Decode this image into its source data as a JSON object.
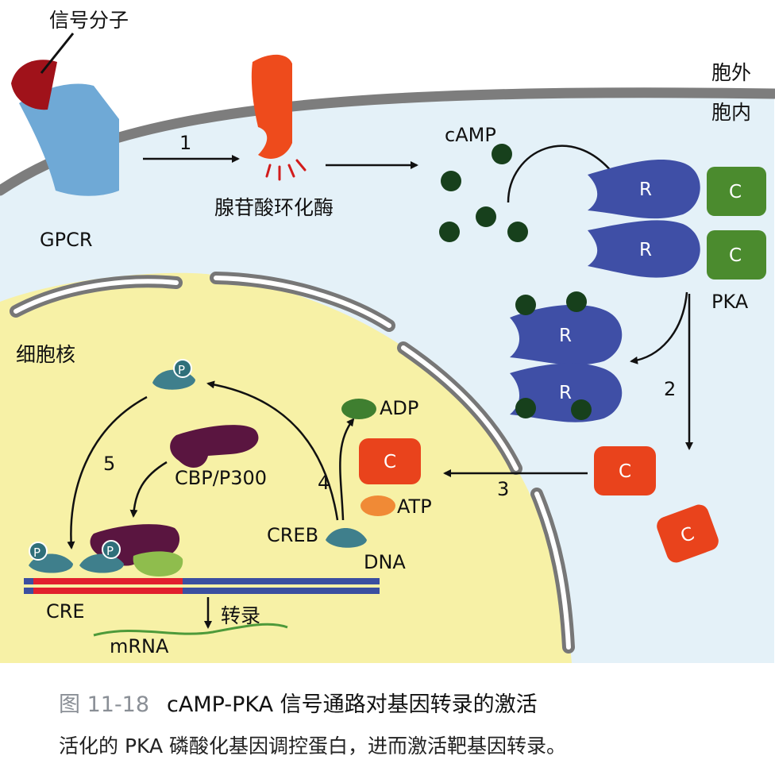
{
  "labels": {
    "signal_molecule": "信号分子",
    "outside": "胞外",
    "inside": "胞内",
    "gpcr": "GPCR",
    "adenylyl_cyclase": "腺苷酸环化酶",
    "camp": "cAMP",
    "pka": "PKA",
    "nucleus": "细胞核",
    "adp": "ADP",
    "atp": "ATP",
    "cbp": "CBP/P300",
    "creb": "CREB",
    "dna": "DNA",
    "cre": "CRE",
    "transcription": "转录",
    "mrna": "mRNA",
    "r": "R",
    "c": "C",
    "p": "P"
  },
  "steps": [
    "1",
    "2",
    "3",
    "4",
    "5"
  ],
  "caption": {
    "figure_no": "图 11-18",
    "title": "cAMP-PKA 信号通路对基因转录的激活",
    "subtitle": "活化的 PKA 磷酸化基因调控蛋白，进而激活靶基因转录。"
  },
  "colors": {
    "cytoplasm": "#e4f1f8",
    "nucleus": "#f7f1a6",
    "membrane": "#7d7d7d",
    "gpcr": "#6fa9d6",
    "signal": "#a0121a",
    "enzyme": "#ee4b1c",
    "camp": "#17401c",
    "regulatory": "#3f4fa6",
    "catalytic_green": "#4b8b2e",
    "catalytic_red": "#e9431c",
    "cbp": "#5a1540",
    "creb": "#3f7f8c",
    "dna_blue": "#3b4fa0",
    "dna_red": "#e1202e",
    "atp": "#f08a36",
    "adp": "#3f7f30",
    "mrna": "#4e9a3a"
  }
}
